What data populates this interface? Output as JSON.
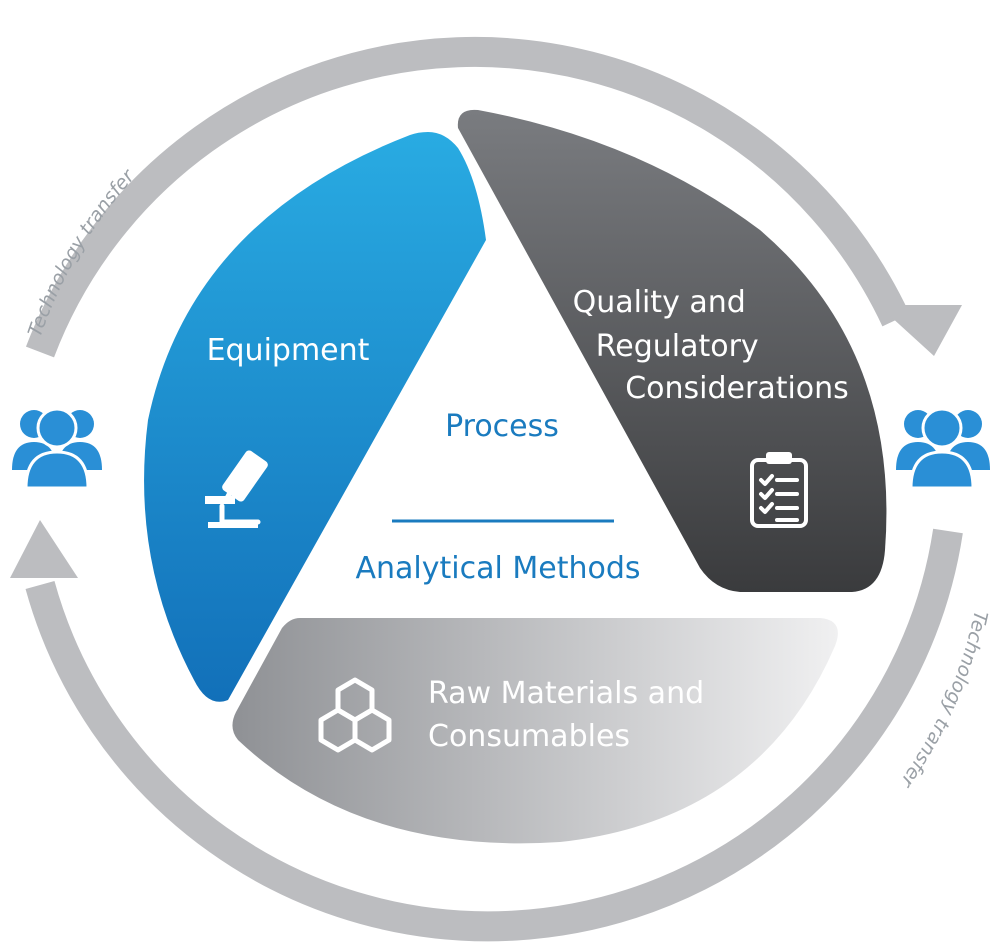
{
  "segments": {
    "equipment": {
      "label": "Equipment",
      "icon": "microscope-icon",
      "color_top": "#29abe2",
      "color_bottom": "#1270b9"
    },
    "quality": {
      "label_lines": [
        "Quality and",
        "Regulatory",
        "Considerations"
      ],
      "icon": "clipboard-checklist-icon",
      "color_top": "#7a7c80",
      "color_bottom": "#3a3b3d"
    },
    "raw_materials": {
      "label_lines": [
        "Raw Materials and",
        "Consumables"
      ],
      "icon": "hexagons-icon",
      "color_left": "#8f9195",
      "color_right": "#f0f0f1"
    }
  },
  "center": {
    "top_label": "Process",
    "bottom_label": "Analytical Methods",
    "color": "#1a7bbf"
  },
  "cycle": {
    "label_left": "Technology transfer",
    "label_right": "Technology transfer",
    "arrow_color": "#bcbdc0",
    "left_people_icon": "people-group-icon",
    "right_people_icon": "people-group-icon",
    "people_color": "#2a8fd6"
  }
}
